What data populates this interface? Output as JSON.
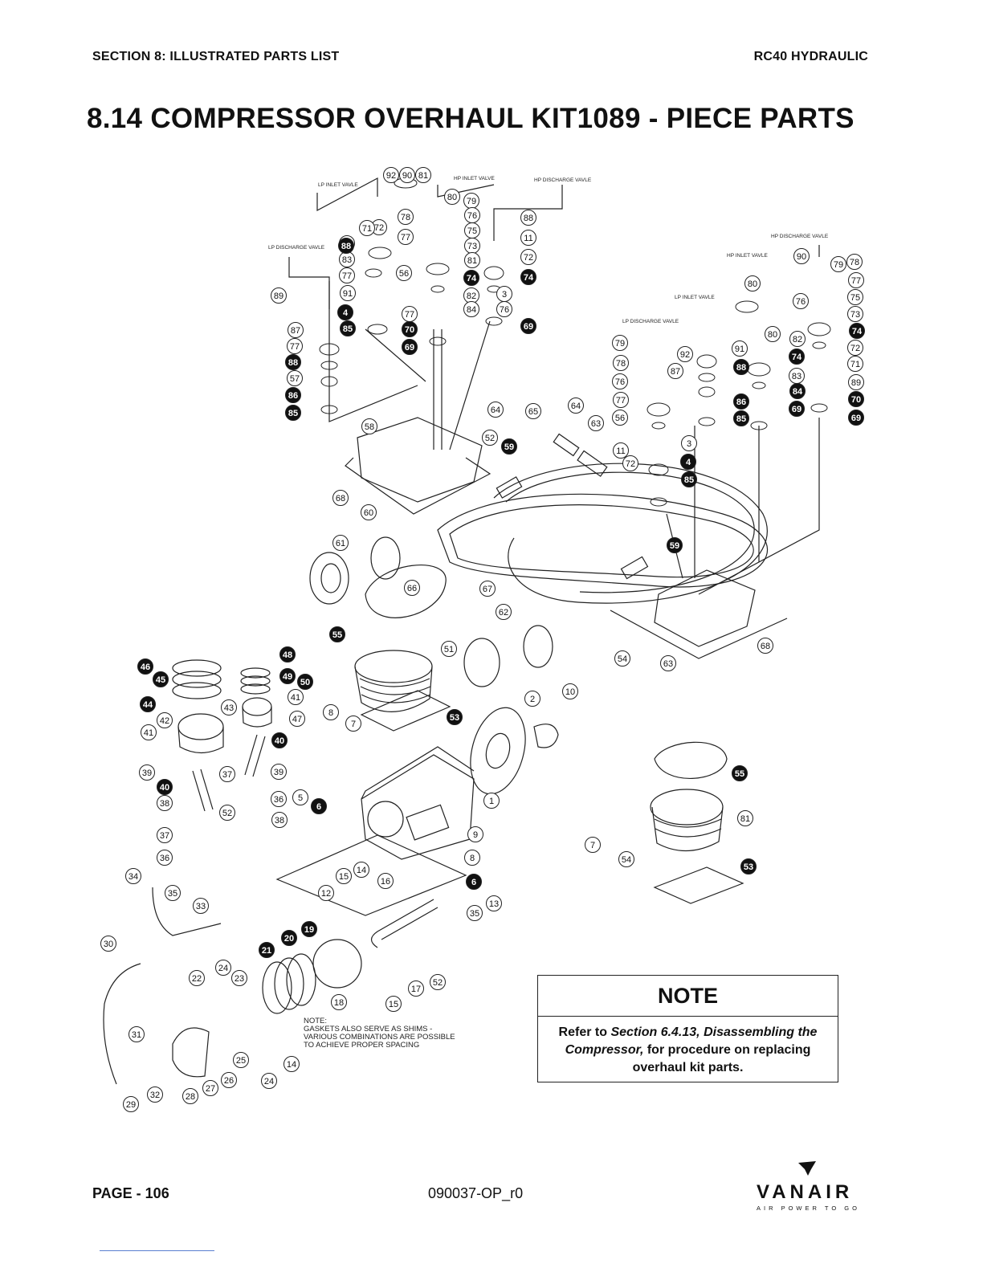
{
  "header": {
    "section": "SECTION 8: ILLUSTRATED PARTS LIST",
    "product": "RC40 HYDRAULIC"
  },
  "title": "8.14 COMPRESSOR OVERHAUL KIT1089 - PIECE PARTS",
  "diagram": {
    "valve_labels": [
      {
        "text": "LP INLET VAVLE"
      },
      {
        "text": "HP INLET VALVE"
      },
      {
        "text": "HP DISCHARGE VAVLE"
      },
      {
        "text": "LP DISCHARGE VAVLE"
      },
      {
        "text": "HP DISCHARGE VAVLE"
      },
      {
        "text": "HP INLET VAVLE"
      },
      {
        "text": "LP INLET VAVLE"
      },
      {
        "text": "LP DISCHARGE VAVLE"
      }
    ],
    "callouts_open": [
      "92",
      "90",
      "81",
      "80",
      "79",
      "78",
      "76",
      "77",
      "75",
      "72",
      "73",
      "71",
      "81",
      "77",
      "82",
      "83",
      "84",
      "77",
      "88",
      "11",
      "72",
      "3",
      "76",
      "79",
      "56",
      "91",
      "89",
      "87",
      "77",
      "57",
      "64",
      "65",
      "64",
      "63",
      "58",
      "52",
      "68",
      "60",
      "61",
      "66",
      "67",
      "62",
      "63",
      "68",
      "54",
      "51",
      "41",
      "47",
      "43",
      "42",
      "41",
      "39",
      "38",
      "39",
      "37",
      "36",
      "37",
      "36",
      "38",
      "52",
      "8",
      "7",
      "5",
      "1",
      "2",
      "10",
      "9",
      "8",
      "7",
      "13",
      "14",
      "15",
      "12",
      "16",
      "35",
      "34",
      "35",
      "33",
      "30",
      "31",
      "32",
      "29",
      "28",
      "27",
      "26",
      "25",
      "24",
      "22",
      "23",
      "24",
      "14",
      "18",
      "15",
      "17",
      "52",
      "54",
      "81",
      "90",
      "80",
      "79",
      "78",
      "77",
      "76",
      "75",
      "73",
      "72",
      "71",
      "89",
      "91",
      "92",
      "87",
      "83",
      "82",
      "80",
      "79",
      "78",
      "76",
      "77",
      "56",
      "11",
      "72",
      "3"
    ],
    "callouts_filled": [
      "88",
      "74",
      "4",
      "85",
      "70",
      "69",
      "74",
      "69",
      "88",
      "86",
      "85",
      "59",
      "59",
      "55",
      "48",
      "49",
      "50",
      "46",
      "45",
      "44",
      "40",
      "40",
      "53",
      "6",
      "6",
      "19",
      "20",
      "21",
      "55",
      "53",
      "74",
      "70",
      "69",
      "88",
      "86",
      "85",
      "74",
      "84",
      "69",
      "4",
      "85"
    ],
    "shim_note": "NOTE:\nGASKETS ALSO SERVE AS SHIMS -\nVARIOUS COMBINATIONS ARE POSSIBLE\nTO ACHIEVE PROPER SPACING"
  },
  "note": {
    "heading": "NOTE",
    "text_pre": "Refer to ",
    "text_ref": "Section 6.4.13, Disassembling the Compressor,",
    "text_post": " for procedure on replacing overhaul kit parts."
  },
  "footer": {
    "page": "PAGE - 106",
    "doc_number": "090037-OP_r0"
  },
  "logo": {
    "name": "VANAIR",
    "tagline": "AIR POWER TO GO"
  }
}
